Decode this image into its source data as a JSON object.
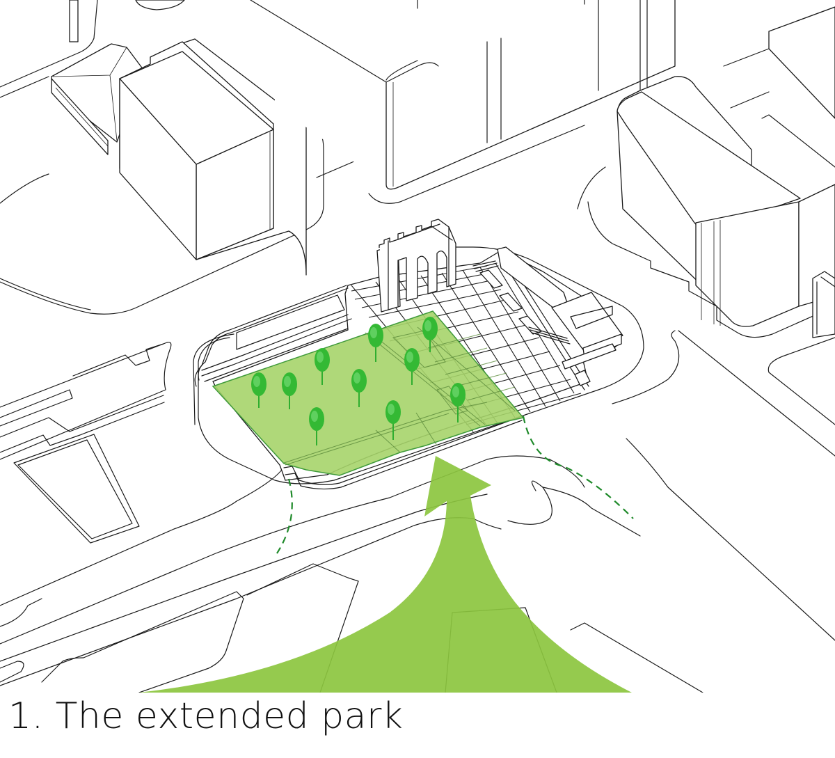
{
  "caption": {
    "number": "1.",
    "text": "The extended park",
    "full": "1. The extended park"
  },
  "diagram": {
    "type": "axonometric urban site plan",
    "style": "black line drawing on white",
    "highlight": {
      "name": "extended park area",
      "color": "#a6d46a",
      "tree_count": 10
    },
    "flow_arrow": {
      "name": "park extension arrow",
      "color": "#8cc63f",
      "direction": "up"
    },
    "dashed_paths": {
      "count": 2,
      "color": "#1f8a2a"
    },
    "colors": {
      "line": "#1a1a1a",
      "background": "#ffffff",
      "park_fill": "#a6d46a",
      "tree": "#34b934"
    }
  }
}
